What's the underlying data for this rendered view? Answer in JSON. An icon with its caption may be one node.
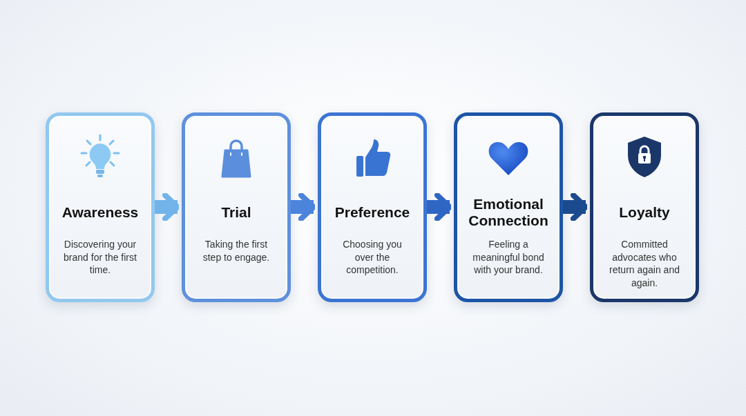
{
  "diagram": {
    "nodes": [
      {
        "text": [
          "Awareness",
          "Discovering your brand for the first time."
        ]
      },
      {
        "text": [
          "Trial",
          "Taking the first step to engage."
        ]
      },
      {
        "text": [
          "Preference",
          "Choosing you over the competition."
        ]
      },
      {
        "text": [
          "Emotional Connection",
          "Feeling a meaningful bond with your brand."
        ]
      },
      {
        "text": [
          "Loyalty",
          "Committed advocates who return again and again."
        ]
      }
    ],
    "edges": [
      {
        "from": 0,
        "to": 1,
        "arrow": "to",
        "color": "#72b4ea"
      },
      {
        "from": 1,
        "to": 2,
        "arrow": "to",
        "color": "#4c84dc"
      },
      {
        "from": 2,
        "to": 3,
        "arrow": "to",
        "color": "#2f66c4"
      },
      {
        "from": 3,
        "to": 4,
        "arrow": "to",
        "color": "#1c4a8e"
      }
    ]
  }
}
